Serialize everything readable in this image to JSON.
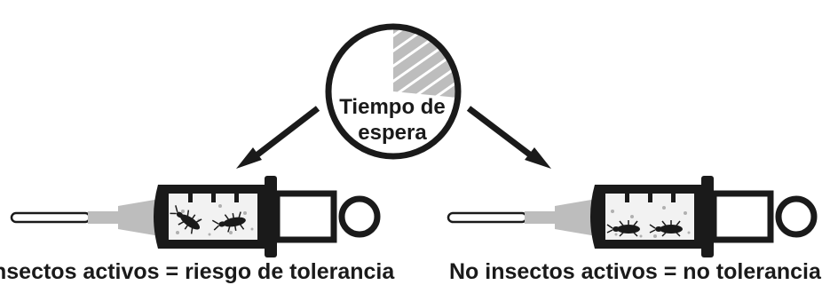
{
  "clock": {
    "label_line1": "Tiempo de",
    "label_line2": "espera"
  },
  "captions": {
    "left": "nsectos activos = riesgo de tolerancia",
    "right": "No insectos activos = no tolerancia"
  },
  "colors": {
    "ink": "#1a1a1a",
    "needle_gray": "#bdbdbd",
    "chamber_fill": "#f2f2f2",
    "hatch": "#bdbdbd",
    "dots": "#b0b0b0"
  },
  "icons": {
    "clock": "clock-icon",
    "arrow_left": "arrow-down-left-icon",
    "arrow_right": "arrow-down-right-icon",
    "syringe_left": "syringe-icon",
    "syringe_right": "syringe-icon",
    "insects_active": "beetle-icon",
    "insects_inactive": "beetle-icon"
  }
}
